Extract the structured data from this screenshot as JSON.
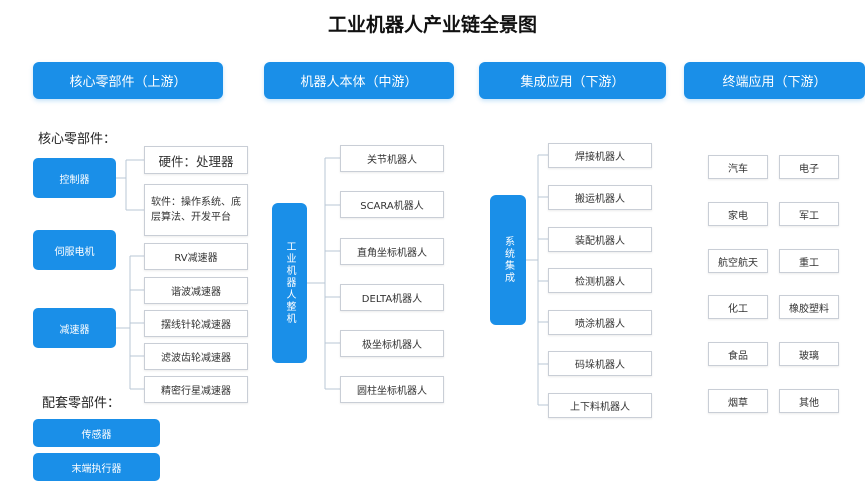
{
  "title": "工业机器人产业链全景图",
  "headers": {
    "core": "核心零部件（上游）",
    "body": "机器人本体（中游）",
    "integration": "集成应用（下游）",
    "terminal": "终端应用（下游）"
  },
  "core": {
    "section_label": "核心零部件：",
    "controller": "控制器",
    "servo": "伺服电机",
    "reducer": "减速器",
    "hardware": "硬件：处理器",
    "software": "软件：操作系统、底层算法、开发平台",
    "reducers": [
      "RV减速器",
      "谐波减速器",
      "摆线针轮减速器",
      "滤波齿轮减速器",
      "精密行星减速器"
    ],
    "supporting_label": "配套零部件：",
    "sensor": "传感器",
    "end_effector": "末端执行器"
  },
  "body": {
    "center": "工业机器人整机",
    "items": [
      "关节机器人",
      "SCARA机器人",
      "直角坐标机器人",
      "DELTA机器人",
      "极坐标机器人",
      "圆柱坐标机器人"
    ]
  },
  "integration": {
    "center": "系统集成",
    "items": [
      "焊接机器人",
      "搬运机器人",
      "装配机器人",
      "检测机器人",
      "喷涂机器人",
      "码垛机器人",
      "上下料机器人"
    ]
  },
  "terminal": {
    "items": [
      "汽车",
      "电子",
      "家电",
      "军工",
      "航空航天",
      "重工",
      "化工",
      "橡胶塑料",
      "食品",
      "玻璃",
      "烟草",
      "其他"
    ]
  }
}
